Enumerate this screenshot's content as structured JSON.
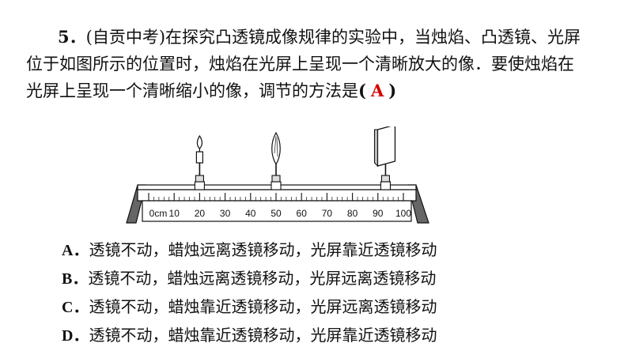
{
  "question": {
    "number": "5．",
    "source": "(自贡中考)",
    "line1": "在探究凸透镜成像规律的实验中，当烛焰、凸透镜、光屏",
    "line2": "位于如图所示的位置时，烛焰在光屏上呈现一个清晰放大的像．要使烛焰在",
    "line3": "光屏上呈现一个清晰缩小的像，调节的方法是",
    "paren_open": "(",
    "answer": "A",
    "paren_close": ")",
    "answer_color": "#d40000"
  },
  "figure": {
    "unit": "cm",
    "ticks": [
      "0cm",
      "10",
      "20",
      "30",
      "40",
      "50",
      "60",
      "70",
      "80",
      "90",
      "100"
    ],
    "candle_position_cm": 20,
    "lens_position_cm": 50,
    "screen_position_cm": 93
  },
  "options": [
    {
      "letter": "A．",
      "text": "透镜不动，蜡烛远离透镜移动，光屏靠近透镜移动"
    },
    {
      "letter": "B．",
      "text": "透镜不动，蜡烛远离透镜移动，光屏远离透镜移动"
    },
    {
      "letter": "C．",
      "text": "透镜不动，蜡烛靠近透镜移动，光屏远离透镜移动"
    },
    {
      "letter": "D．",
      "text": "透镜不动，蜡烛靠近透镜移动，光屏靠近透镜移动"
    }
  ]
}
